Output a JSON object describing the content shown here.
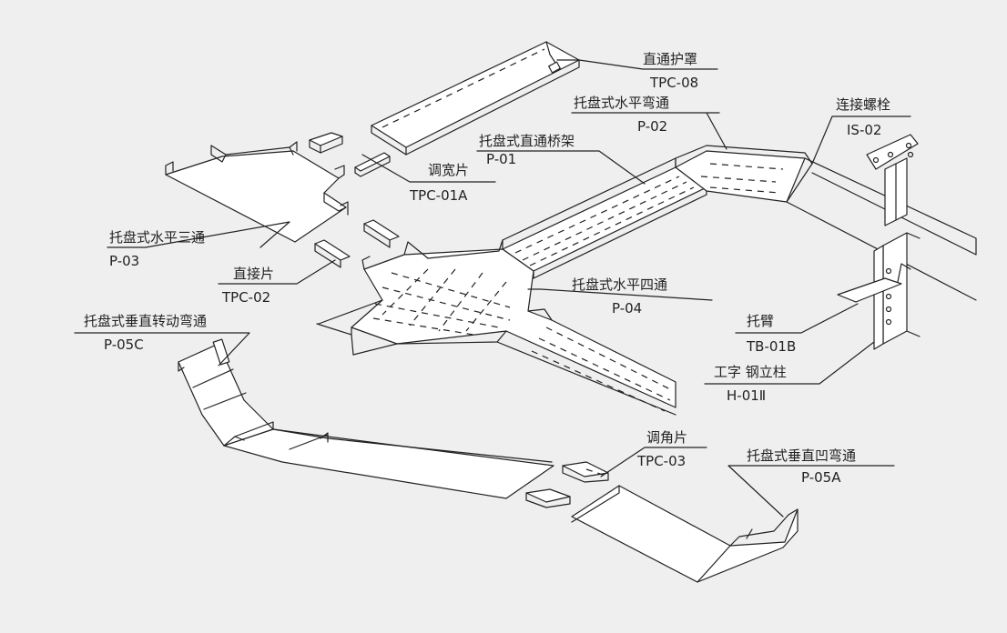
{
  "labels": {
    "tpc08": {
      "name": "直通护罩",
      "code": "TPC-08"
    },
    "p02": {
      "name": "托盘式水平弯通",
      "code": "P-02"
    },
    "is02": {
      "name": "连接螺栓",
      "code": "IS-02"
    },
    "p01": {
      "name": "托盘式直通桥架",
      "code": "P-01"
    },
    "tpc01a": {
      "name": "调宽片",
      "code": "TPC-01A"
    },
    "p03": {
      "name": "托盘式水平三通",
      "code": "P-03"
    },
    "tpc02": {
      "name": "直接片",
      "code": "TPC-02"
    },
    "p04": {
      "name": "托盘式水平四通",
      "code": "P-04"
    },
    "p05c": {
      "name": "托盘式垂直转动弯通",
      "code": "P-05C"
    },
    "tb01b": {
      "name": "托臂",
      "code": "TB-01B"
    },
    "h01": {
      "name": "工字 钢立柱",
      "code": "H-01Ⅱ"
    },
    "tpc03": {
      "name": "调角片",
      "code": "TPC-03"
    },
    "p05a": {
      "name": "托盘式垂直凹弯通",
      "code": "P-05A"
    }
  }
}
